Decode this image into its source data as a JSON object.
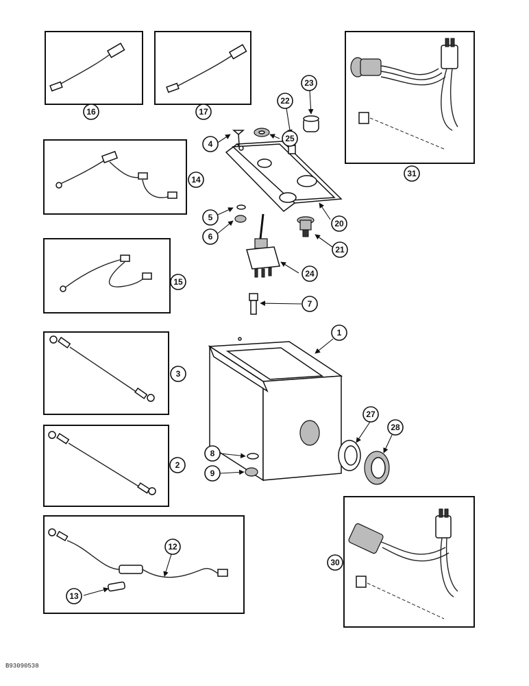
{
  "figure_code": "B93090538",
  "callouts": {
    "c16": "16",
    "c17": "17",
    "c31": "31",
    "c23": "23",
    "c22": "22",
    "c4": "4",
    "c25": "25",
    "c14": "14",
    "c20": "20",
    "c5": "5",
    "c6": "6",
    "c21": "21",
    "c15": "15",
    "c24": "24",
    "c7": "7",
    "c1": "1",
    "c3": "3",
    "c27": "27",
    "c28": "28",
    "c2": "2",
    "c8": "8",
    "c9": "9",
    "c30": "30",
    "c12": "12",
    "c13": "13"
  }
}
